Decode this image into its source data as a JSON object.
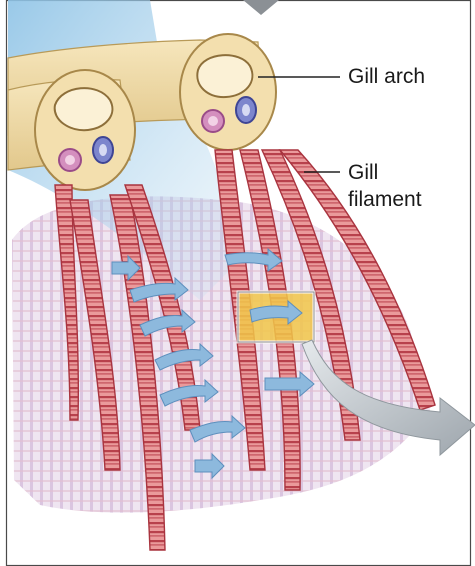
{
  "labels": {
    "gill_arch": "Gill arch",
    "gill_filament_line1": "Gill",
    "gill_filament_line2": "filament"
  },
  "colors": {
    "water_flow": "#9cc8e4",
    "flow_arrow": "#8db9dd",
    "filament": "#e58b8e",
    "filament_stripe": "#b23a46",
    "arch": "#f1dba8",
    "arch_outline": "#b89a58",
    "artery_red": "#d38ab8",
    "artery_blue": "#7f88cf",
    "lamella_purple": "#c7a6cf",
    "highlight_box": "#f2c74a",
    "leader_line": "#222222",
    "zoom_arrow": "#bfc5c9"
  },
  "icons": {
    "top_arrow": "down-triangle-icon",
    "zoom_arrow": "curved-arrow-right-icon"
  }
}
